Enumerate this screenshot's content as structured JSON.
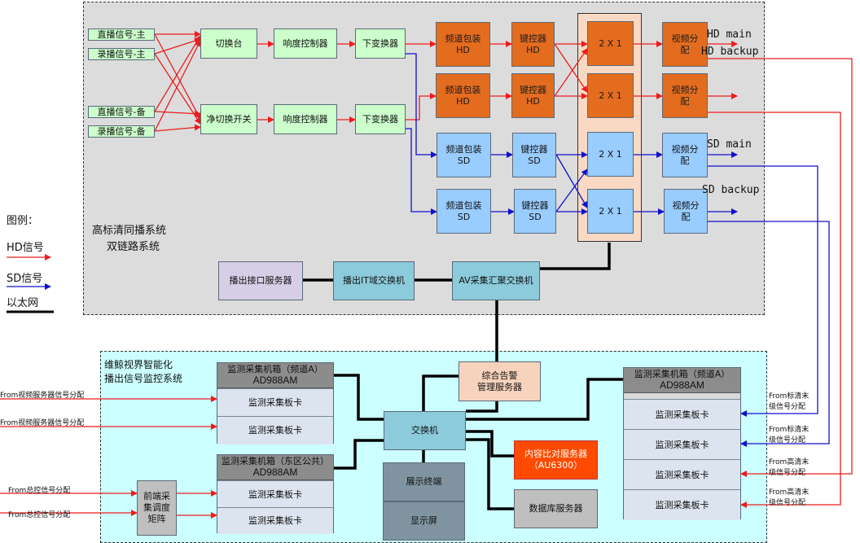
{
  "top_system": {
    "title_line1": "高标清同播系统",
    "title_line2": "双链路系统"
  },
  "bottom_system": {
    "title_line1": "维鲸视界智能化",
    "title_line2": "播出信号监控系统"
  },
  "inputs": {
    "live_main": "直播信号-主",
    "rec_main": "录播信号-主",
    "live_backup": "直播信号-备",
    "rec_backup": "录播信号-备"
  },
  "chain_main": {
    "switcher": "切换台",
    "loudness": "响度控制器",
    "downconv": "下变换器"
  },
  "chain_backup": {
    "switcher": "净切换开关",
    "loudness": "响度控制器",
    "downconv": "下变换器"
  },
  "hd_packaging": "频道包装\nHD",
  "hd_keyer": "键控器\nHD",
  "sd_packaging": "频道包装\nSD",
  "sd_keyer": "键控器\nSD",
  "mux": "2 X 1",
  "distribution": "视频分\n配",
  "outputs": {
    "hd_main": "HD main",
    "hd_backup": "HD backup",
    "sd_main": "SD main",
    "sd_backup": "SD backup"
  },
  "legend": {
    "title": "图例：",
    "hd": "HD信号",
    "sd": "SD信号",
    "eth": "以太网"
  },
  "network": {
    "playout_server": "播出接口服务器",
    "it_switch": "播出IT域交换机",
    "av_switch": "AV采集汇聚交换机"
  },
  "monitor": {
    "alarm_server": "综合告警\n管理服务器",
    "switch": "交换机",
    "compare_server": "内容比对服务器\n（AU6300）",
    "display_terminal": "展示终端",
    "display_screen": "显示屏",
    "db_server": "数据库服务器",
    "front_matrix": "前端采\n集调度\n矩阵"
  },
  "chassis_a": {
    "title": "监测采集机箱（频道A）",
    "model": "AD988AM",
    "cards": [
      "监测采集板卡",
      "监测采集板卡"
    ]
  },
  "chassis_east": {
    "title": "监测采集机箱（东区公共）",
    "model": "AD988AM",
    "cards": [
      "监测采集板卡",
      "监测采集板卡"
    ]
  },
  "chassis_right": {
    "title": "监测采集机箱（频道A）",
    "model": "AD988AM",
    "cards": [
      "监测采集板卡",
      "监测采集板卡",
      "监测采集板卡",
      "监测采集板卡"
    ]
  },
  "left_inputs": [
    "From视频服务器信号分配",
    "From视频服务器信号分配",
    "From总控信号分配",
    "From总控信号分配"
  ],
  "right_inputs": [
    "From标清末\n级信号分配",
    "From标清末\n级信号分配",
    "From高清末\n级信号分配",
    "From高清末\n级信号分配"
  ],
  "colors": {
    "hd_signal": "#ee1c1c",
    "sd_signal": "#1010cc",
    "ethernet": "#000000",
    "top_region": "#dcdcdc",
    "bottom_region": "#ccffff"
  }
}
